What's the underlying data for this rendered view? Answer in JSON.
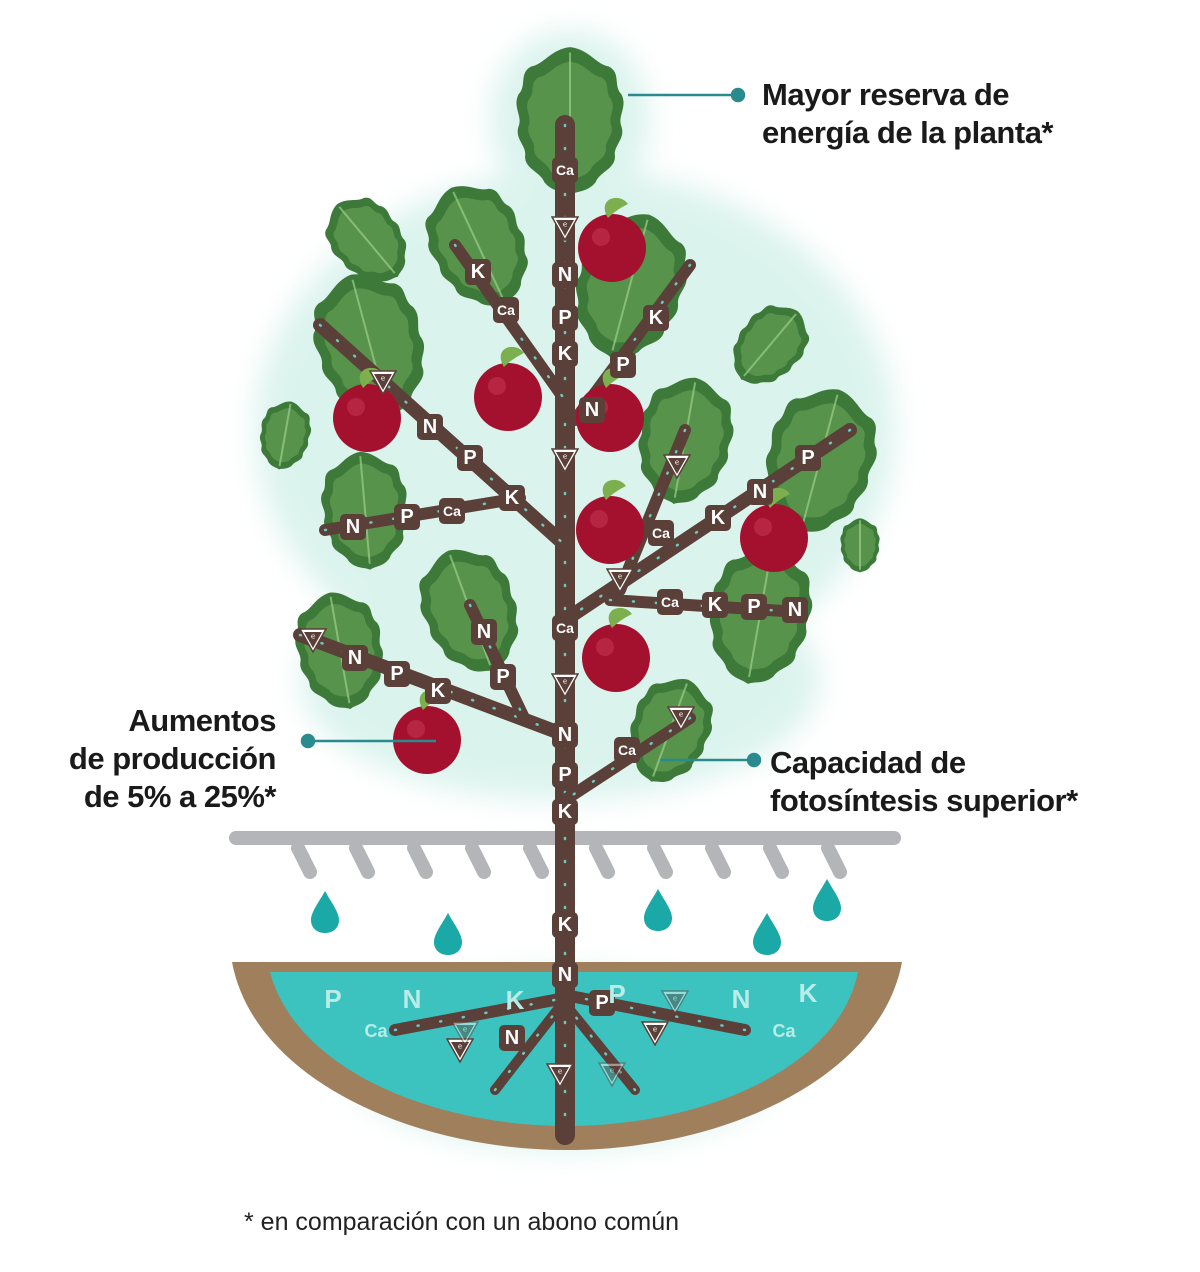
{
  "callouts": {
    "top": [
      "Mayor reserva de",
      "energía de la planta*"
    ],
    "left": [
      "Aumentos",
      "de producción",
      "de 5% a 25%*"
    ],
    "right": [
      "Capacidad de",
      "fotosíntesis superior*"
    ]
  },
  "footnote": "* en comparación con un abono común",
  "nutrients": {
    "trunk_top": [
      "Ca",
      "N",
      "P",
      "K",
      "N"
    ],
    "trunk_mid": [
      "Ca"
    ],
    "trunk_low": [
      "N",
      "P",
      "K"
    ],
    "trunk_root": [
      "K",
      "N"
    ],
    "branch_upper_left": [
      "K",
      "Ca"
    ],
    "branch_upper_right": [
      "K",
      "P"
    ],
    "branch_mid_left": [
      "N",
      "P",
      "K"
    ],
    "branch_side_left": [
      "N",
      "P",
      "Ca"
    ],
    "branch_right_upper": [
      "P",
      "N",
      "K",
      "Ca"
    ],
    "branch_right_mid": [
      "Ca",
      "K",
      "P",
      "N"
    ],
    "branch_low_left_a": [
      "N",
      "P"
    ],
    "branch_low_left_b": [
      "N",
      "P",
      "K"
    ],
    "branch_low_right": [
      "Ca"
    ],
    "root_left": [
      "N"
    ],
    "root_right": [
      "P"
    ],
    "soil": [
      "P",
      "N",
      "K",
      "P",
      "N",
      "K",
      "Ca",
      "Ca"
    ]
  },
  "colors": {
    "leaf_dark": "#3d7a3a",
    "leaf_light": "#6fa85a",
    "branch": "#5a4038",
    "dots": "#6ec9c0",
    "fruit": "#a3112e",
    "water": "#1aa9a6",
    "soil_water": "#3cc3c0",
    "soil": "#a07f5c",
    "ground": "#b4b5b8",
    "glow": "#cdeee7",
    "callout_line": "#2a8a8e"
  },
  "icons": {
    "fertilizer_badge": "e-badge-icon",
    "water_drop": "water-drop-icon",
    "fruit": "fruit-icon"
  }
}
